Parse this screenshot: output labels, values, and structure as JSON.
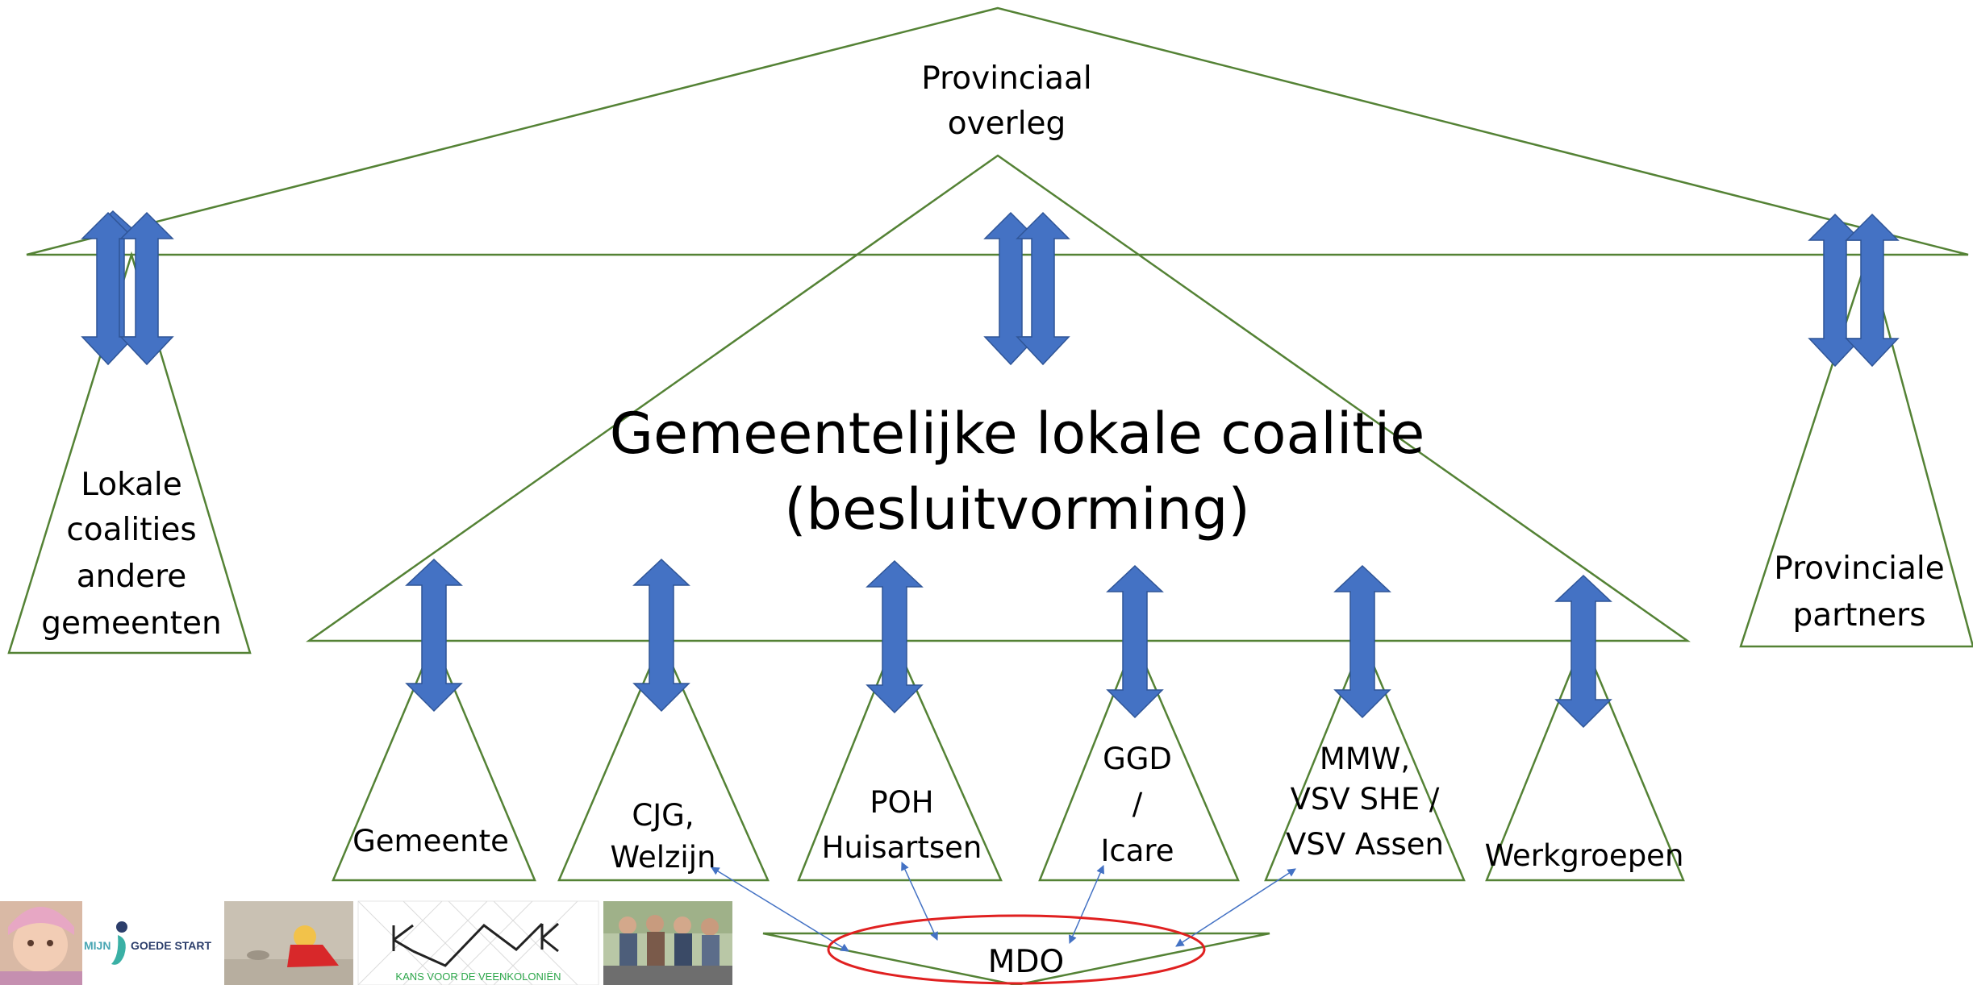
{
  "top": {
    "line1": "Provinciaal",
    "line2": "overleg"
  },
  "center": {
    "line1": "Gemeentelijke lokale coalitie",
    "line2": "(besluitvorming)"
  },
  "left": {
    "line1": "Lokale",
    "line2": "coalities",
    "line3": "andere",
    "line4": "gemeenten"
  },
  "right": {
    "line1": "Provinciale",
    "line2": "partners"
  },
  "parties": {
    "gemeente": "Gemeente",
    "cjg_line1": "CJG,",
    "cjg_line2": "Welzijn",
    "poh_line1": "POH",
    "poh_line2": "Huisartsen",
    "ggd_line1": "GGD",
    "ggd_line2": "/",
    "ggd_line3": "Icare",
    "mmw_line1": "MMW,",
    "mmw_line2": "VSV SHE /",
    "mmw_line3": "VSV Assen",
    "werkgroepen": "Werkgroepen"
  },
  "mdo": "MDO",
  "logos": {
    "mijn_goede_start_1": "MIJN",
    "mijn_goede_start_2": "GOEDE START",
    "kans": "KANS VOOR DE VEENKOLONIËN"
  },
  "colors": {
    "triangle": "#548235",
    "arrow": "#4472C4",
    "mdo_ellipse": "#E02020"
  }
}
